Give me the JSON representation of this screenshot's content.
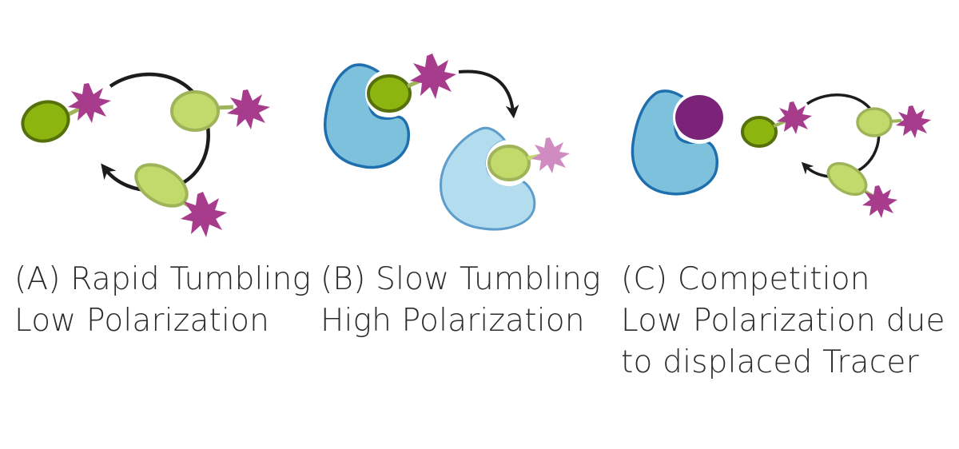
{
  "panels": [
    {
      "id": "A",
      "lines": [
        "(A) Rapid Tumbling",
        "Low Polarization"
      ]
    },
    {
      "id": "B",
      "lines": [
        "(B) Slow Tumbling",
        "High Polarization"
      ]
    },
    {
      "id": "C",
      "lines": [
        "(C) Competition",
        "Low Polarization due",
        "to displaced Tracer"
      ]
    }
  ],
  "colors": {
    "tracer_dark": "#8db510",
    "tracer_dark_stroke": "#56700b",
    "tracer_light": "#c2d96b",
    "tracer_light_stroke": "#9fb458",
    "fluorophore": "#a83c8c",
    "fluorophore_faded": "#d08cc0",
    "receptor": "#7dc1dd",
    "receptor_stroke": "#1f6fae",
    "receptor_light": "#b3dcee",
    "receptor_light_stroke": "#5d9dcb",
    "competitor": "#7a2378",
    "arrow": "#1c1c1c",
    "text": "#2b2b2b"
  }
}
